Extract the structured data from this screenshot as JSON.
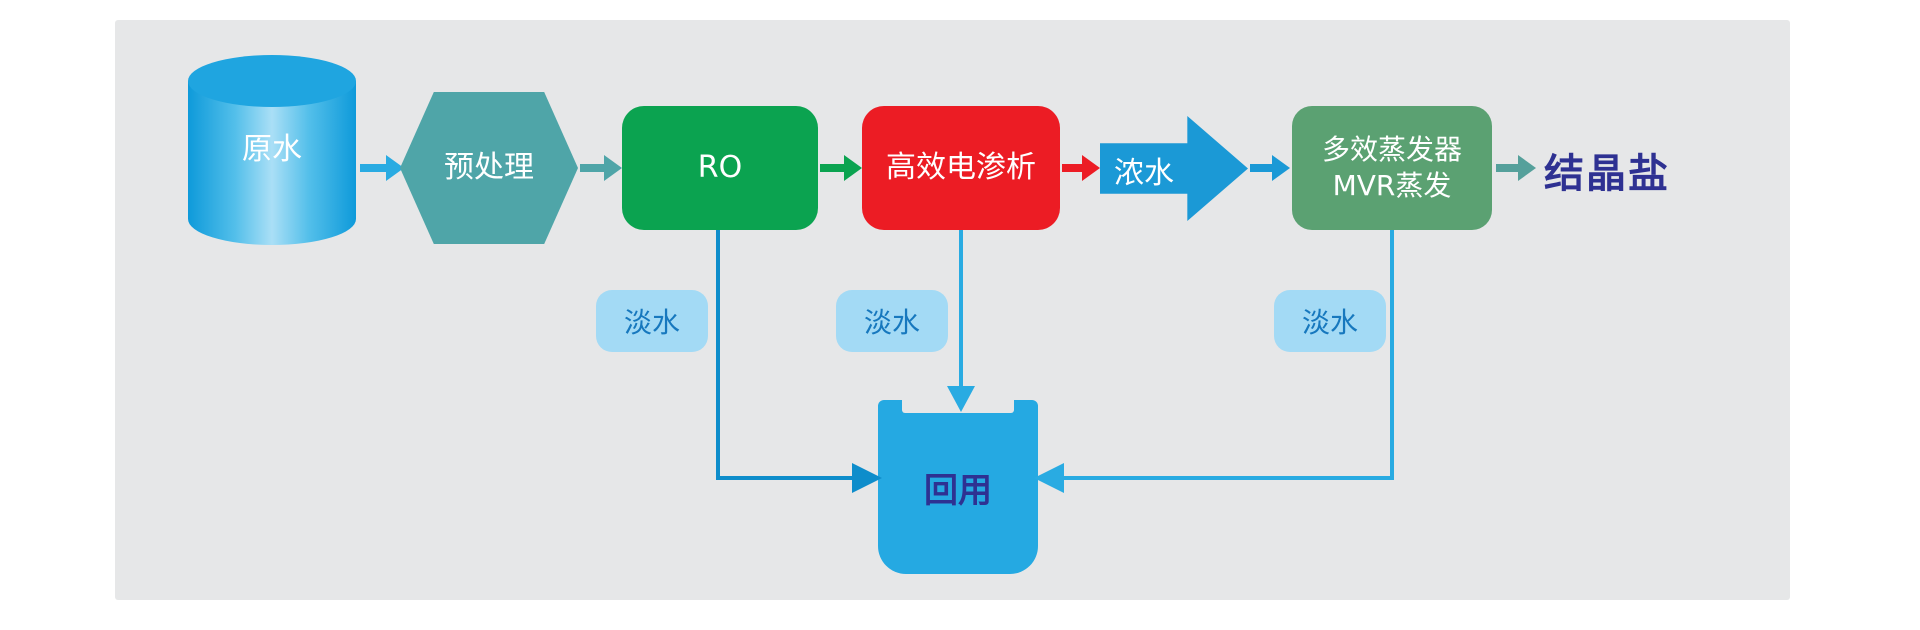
{
  "diagram": {
    "title_hint": "wastewater zero-liquid-discharge process flow",
    "nodes": {
      "raw_water": "原水",
      "pretreatment": "预处理",
      "ro": "RO",
      "electrodialysis": "高效电渗析",
      "concentrate": "浓水",
      "evaporator_line1": "多效蒸发器",
      "evaporator_line2": "MVR蒸发",
      "crystal_salt": "结晶盐",
      "fresh_water": "淡水",
      "reuse": "回用"
    },
    "colors": {
      "panel_bg": "#E6E7E8",
      "raw_water_blue": "#29ABE2",
      "pretreatment_teal": "#4FA5A8",
      "ro_green": "#0BA350",
      "electrodialysis_red": "#EC1C24",
      "concentrate_blue": "#1B99D6",
      "evaporator_green": "#5BA172",
      "crystal_salt_text": "#2E3192",
      "fresh_water_badge_bg": "#A3DAF5",
      "fresh_water_badge_text": "#1778BE",
      "reuse_tank_blue": "#25A9E2",
      "reuse_line_dark_blue": "#0E8DCB",
      "reuse_line_light_blue": "#29ABE2"
    }
  }
}
